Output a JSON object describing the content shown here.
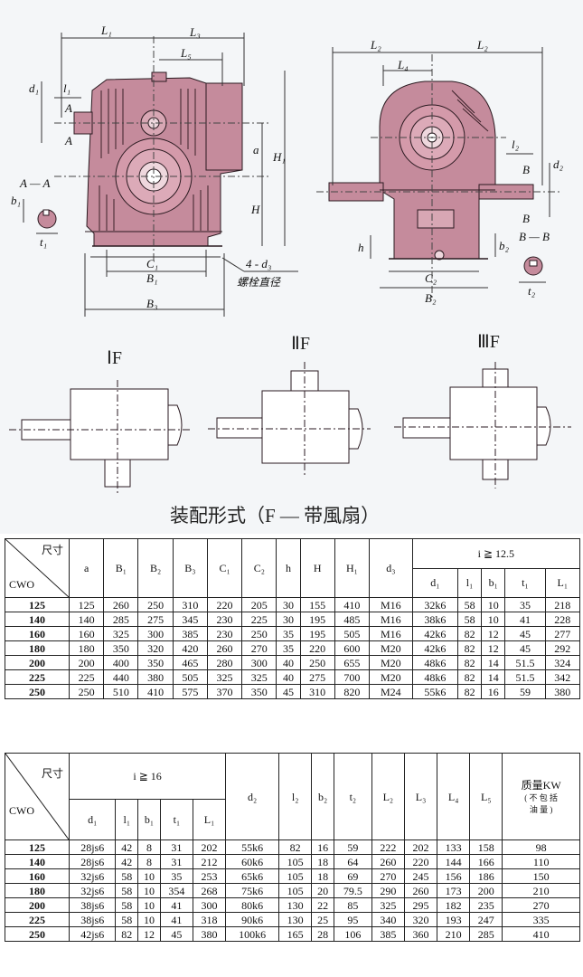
{
  "drawing": {
    "dim_labels": {
      "L1": "L₁",
      "L3": "L₃",
      "L5": "L₅",
      "L2a": "L₂",
      "L2b": "L₂",
      "L4": "L₄",
      "d1": "d₁",
      "l1": "l₁",
      "a": "a",
      "H1": "H₁",
      "H": "H",
      "A": "A",
      "AA": "A — A",
      "b1": "b₁",
      "t1": "t₁",
      "C1": "C₁",
      "B1": "B₁",
      "B3": "B₃",
      "d3": "4 - d₃",
      "bolt_note": "螺栓直径",
      "l2": "l₂",
      "d2": "d₂",
      "B": "B",
      "BB": "B — B",
      "h": "h",
      "b2": "b₂",
      "t2": "t₂",
      "C2": "C₂",
      "B2": "B₂"
    },
    "forms": [
      "ⅠF",
      "ⅡF",
      "ⅢF"
    ],
    "caption": "装配形式（F — 带風扇）"
  },
  "table1": {
    "size_label": "尺寸",
    "model_label": "CWO",
    "group_label": "i ≧ 12.5",
    "headers": [
      "a",
      "B₁",
      "B₂",
      "B₃",
      "C₁",
      "C₂",
      "h",
      "H",
      "H₁",
      "d₃"
    ],
    "group_headers": [
      "d₁",
      "l₁",
      "b₁",
      "t₁",
      "L₁"
    ],
    "rows": [
      [
        "125",
        "125",
        "260",
        "250",
        "310",
        "220",
        "205",
        "30",
        "155",
        "410",
        "M16",
        "32k6",
        "58",
        "10",
        "35",
        "218"
      ],
      [
        "140",
        "140",
        "285",
        "275",
        "345",
        "230",
        "225",
        "30",
        "195",
        "485",
        "M16",
        "38k6",
        "58",
        "10",
        "41",
        "228"
      ],
      [
        "160",
        "160",
        "325",
        "300",
        "385",
        "230",
        "250",
        "35",
        "195",
        "505",
        "M16",
        "42k6",
        "82",
        "12",
        "45",
        "277"
      ],
      [
        "180",
        "180",
        "350",
        "320",
        "420",
        "260",
        "270",
        "35",
        "220",
        "600",
        "M20",
        "42k6",
        "82",
        "12",
        "45",
        "292"
      ],
      [
        "200",
        "200",
        "400",
        "350",
        "465",
        "280",
        "300",
        "40",
        "250",
        "655",
        "M20",
        "48k6",
        "82",
        "14",
        "51.5",
        "324"
      ],
      [
        "225",
        "225",
        "440",
        "380",
        "505",
        "325",
        "325",
        "40",
        "275",
        "700",
        "M20",
        "48k6",
        "82",
        "14",
        "51.5",
        "342"
      ],
      [
        "250",
        "250",
        "510",
        "410",
        "575",
        "370",
        "350",
        "45",
        "310",
        "820",
        "M24",
        "55k6",
        "82",
        "16",
        "59",
        "380"
      ]
    ]
  },
  "table2": {
    "size_label": "尺寸",
    "model_label": "CWO",
    "group_label": "i ≧ 16",
    "group_headers": [
      "d₁",
      "l₁",
      "b₁",
      "t₁",
      "L₁"
    ],
    "headers": [
      "d₂",
      "l₂",
      "b₂",
      "t₂",
      "L₂",
      "L₃",
      "L₄",
      "L₅"
    ],
    "mass_label": "质量KW",
    "mass_note_1": "( 不 包 括",
    "mass_note_2": "油 量 )",
    "rows": [
      [
        "125",
        "28js6",
        "42",
        "8",
        "31",
        "202",
        "55k6",
        "82",
        "16",
        "59",
        "222",
        "202",
        "133",
        "158",
        "98"
      ],
      [
        "140",
        "28js6",
        "42",
        "8",
        "31",
        "212",
        "60k6",
        "105",
        "18",
        "64",
        "260",
        "220",
        "144",
        "166",
        "110"
      ],
      [
        "160",
        "32js6",
        "58",
        "10",
        "35",
        "253",
        "65k6",
        "105",
        "18",
        "69",
        "270",
        "245",
        "156",
        "186",
        "150"
      ],
      [
        "180",
        "32js6",
        "58",
        "10",
        "354",
        "268",
        "75k6",
        "105",
        "20",
        "79.5",
        "290",
        "260",
        "173",
        "200",
        "210"
      ],
      [
        "200",
        "38js6",
        "58",
        "10",
        "41",
        "300",
        "80k6",
        "130",
        "22",
        "85",
        "325",
        "295",
        "182",
        "235",
        "270"
      ],
      [
        "225",
        "38js6",
        "58",
        "10",
        "41",
        "318",
        "90k6",
        "130",
        "25",
        "95",
        "340",
        "320",
        "193",
        "247",
        "335"
      ],
      [
        "250",
        "42js6",
        "82",
        "12",
        "45",
        "380",
        "100k6",
        "165",
        "28",
        "106",
        "385",
        "360",
        "210",
        "285",
        "410"
      ]
    ]
  }
}
